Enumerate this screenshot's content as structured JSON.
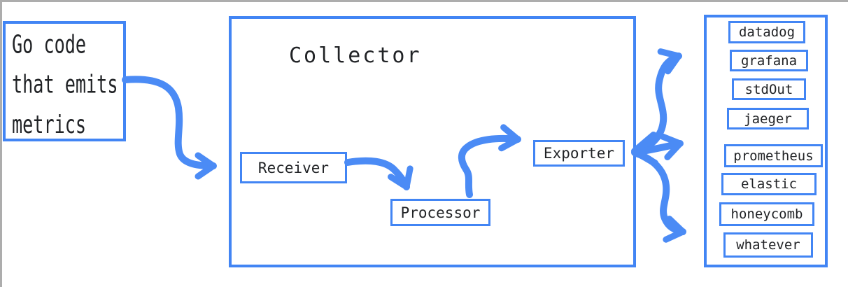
{
  "colors": {
    "accent_blue": "#4285f4",
    "arrow_blue": "#4b8bf5",
    "text_dark": "#212326",
    "edge_gray": "#adadad",
    "background": "#ffffff"
  },
  "source_box": {
    "lines": [
      "Go code",
      "that emits",
      "metrics"
    ]
  },
  "collector": {
    "title": "Collector",
    "stages": [
      {
        "label": "Receiver"
      },
      {
        "label": "Processor"
      },
      {
        "label": "Exporter"
      }
    ]
  },
  "destinations": {
    "items": [
      "datadog",
      "grafana",
      "stdOut",
      "jaeger",
      "prometheus",
      "elastic",
      "honeycomb",
      "whatever"
    ]
  },
  "arrows": [
    {
      "name": "arrow-source-to-collector",
      "from": "Go code that emits metrics",
      "to": "Collector"
    },
    {
      "name": "arrow-receiver-to-processor",
      "from": "Receiver",
      "to": "Processor"
    },
    {
      "name": "arrow-processor-to-exporter",
      "from": "Processor",
      "to": "Exporter"
    },
    {
      "name": "arrow-exporter-fanout-top",
      "from": "Exporter",
      "to": "destinations (top group)"
    },
    {
      "name": "arrow-exporter-fanout-middle",
      "from": "Exporter",
      "to": "destinations (middle group)"
    },
    {
      "name": "arrow-exporter-fanout-bottom",
      "from": "Exporter",
      "to": "destinations (bottom group)"
    },
    {
      "name": "arrowhead-into-exporter",
      "from": "destinations",
      "to": "Exporter"
    }
  ]
}
